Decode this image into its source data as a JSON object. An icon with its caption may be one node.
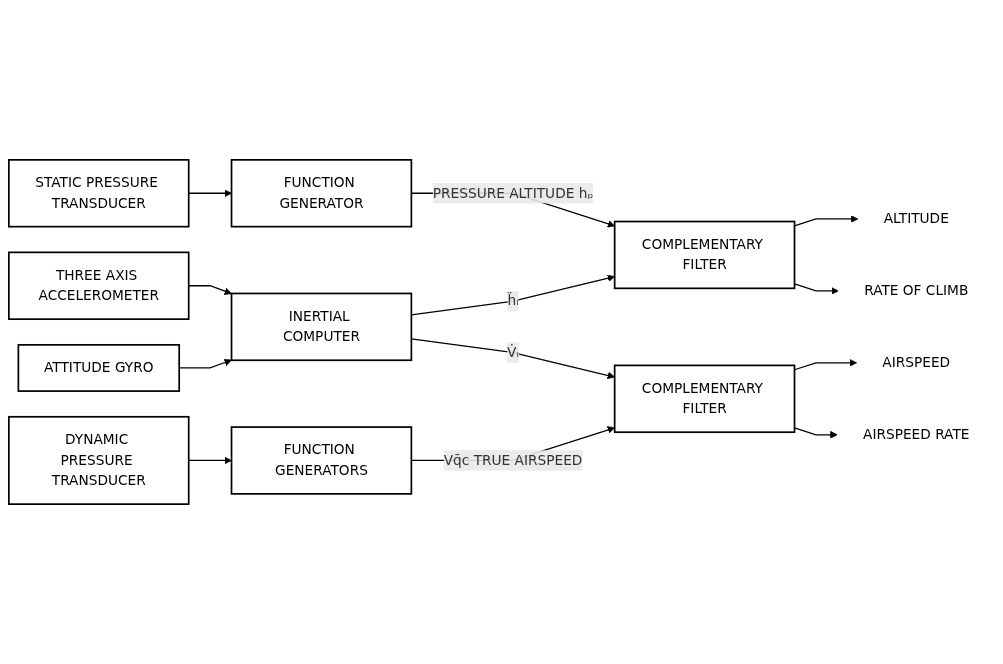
{
  "diagram": {
    "nodes": [
      {
        "text": [
          "STATIC PRESSURE TRANSDUCER"
        ]
      },
      {
        "text": [
          "FUNCTION GENERATOR"
        ]
      },
      {
        "text": [
          "COMPLEMENTARY FILTER"
        ]
      },
      {
        "text": [
          "ALTITUDE"
        ]
      },
      {
        "text": [
          "RATE OF CLIMB"
        ]
      },
      {
        "text": [
          "THREE AXIS ACCELEROMETER"
        ]
      },
      {
        "text": [
          "INERTIAL COMPUTER"
        ]
      },
      {
        "text": [
          "ATTITUDE GYRO"
        ]
      },
      {
        "text": [
          "DYNAMIC PRESSURE TRANSDUCER"
        ]
      },
      {
        "text": [
          "FUNCTION GENERATORS"
        ]
      },
      {
        "text": [
          "COMPLEMENTARY FILTER"
        ]
      },
      {
        "text": [
          "AIRSPEED"
        ]
      },
      {
        "text": [
          "AIRSPEED RATE"
        ]
      }
    ],
    "edges": [
      {
        "from": 0,
        "to": 1,
        "arrow": "to"
      },
      {
        "from": 1,
        "to": 2,
        "arrow": "to",
        "label": "PRESSURE ALTITUDE hₚ"
      },
      {
        "from": 2,
        "to": 3,
        "arrow": "to"
      },
      {
        "from": 2,
        "to": 4,
        "arrow": "to"
      },
      {
        "from": 5,
        "to": 6,
        "arrow": "to"
      },
      {
        "from": 7,
        "to": 6,
        "arrow": "to"
      },
      {
        "from": 6,
        "to": 2,
        "arrow": "to",
        "label": "ḧᵢ"
      },
      {
        "from": 6,
        "to": 10,
        "arrow": "to",
        "label": "V̇ᵢ"
      },
      {
        "from": 8,
        "to": 9,
        "arrow": "to"
      },
      {
        "from": 9,
        "to": 10,
        "arrow": "to",
        "label": "Vq̄c TRUE AIRSPEED"
      },
      {
        "from": 10,
        "to": 11,
        "arrow": "to"
      },
      {
        "from": 10,
        "to": 12,
        "arrow": "to"
      }
    ]
  }
}
